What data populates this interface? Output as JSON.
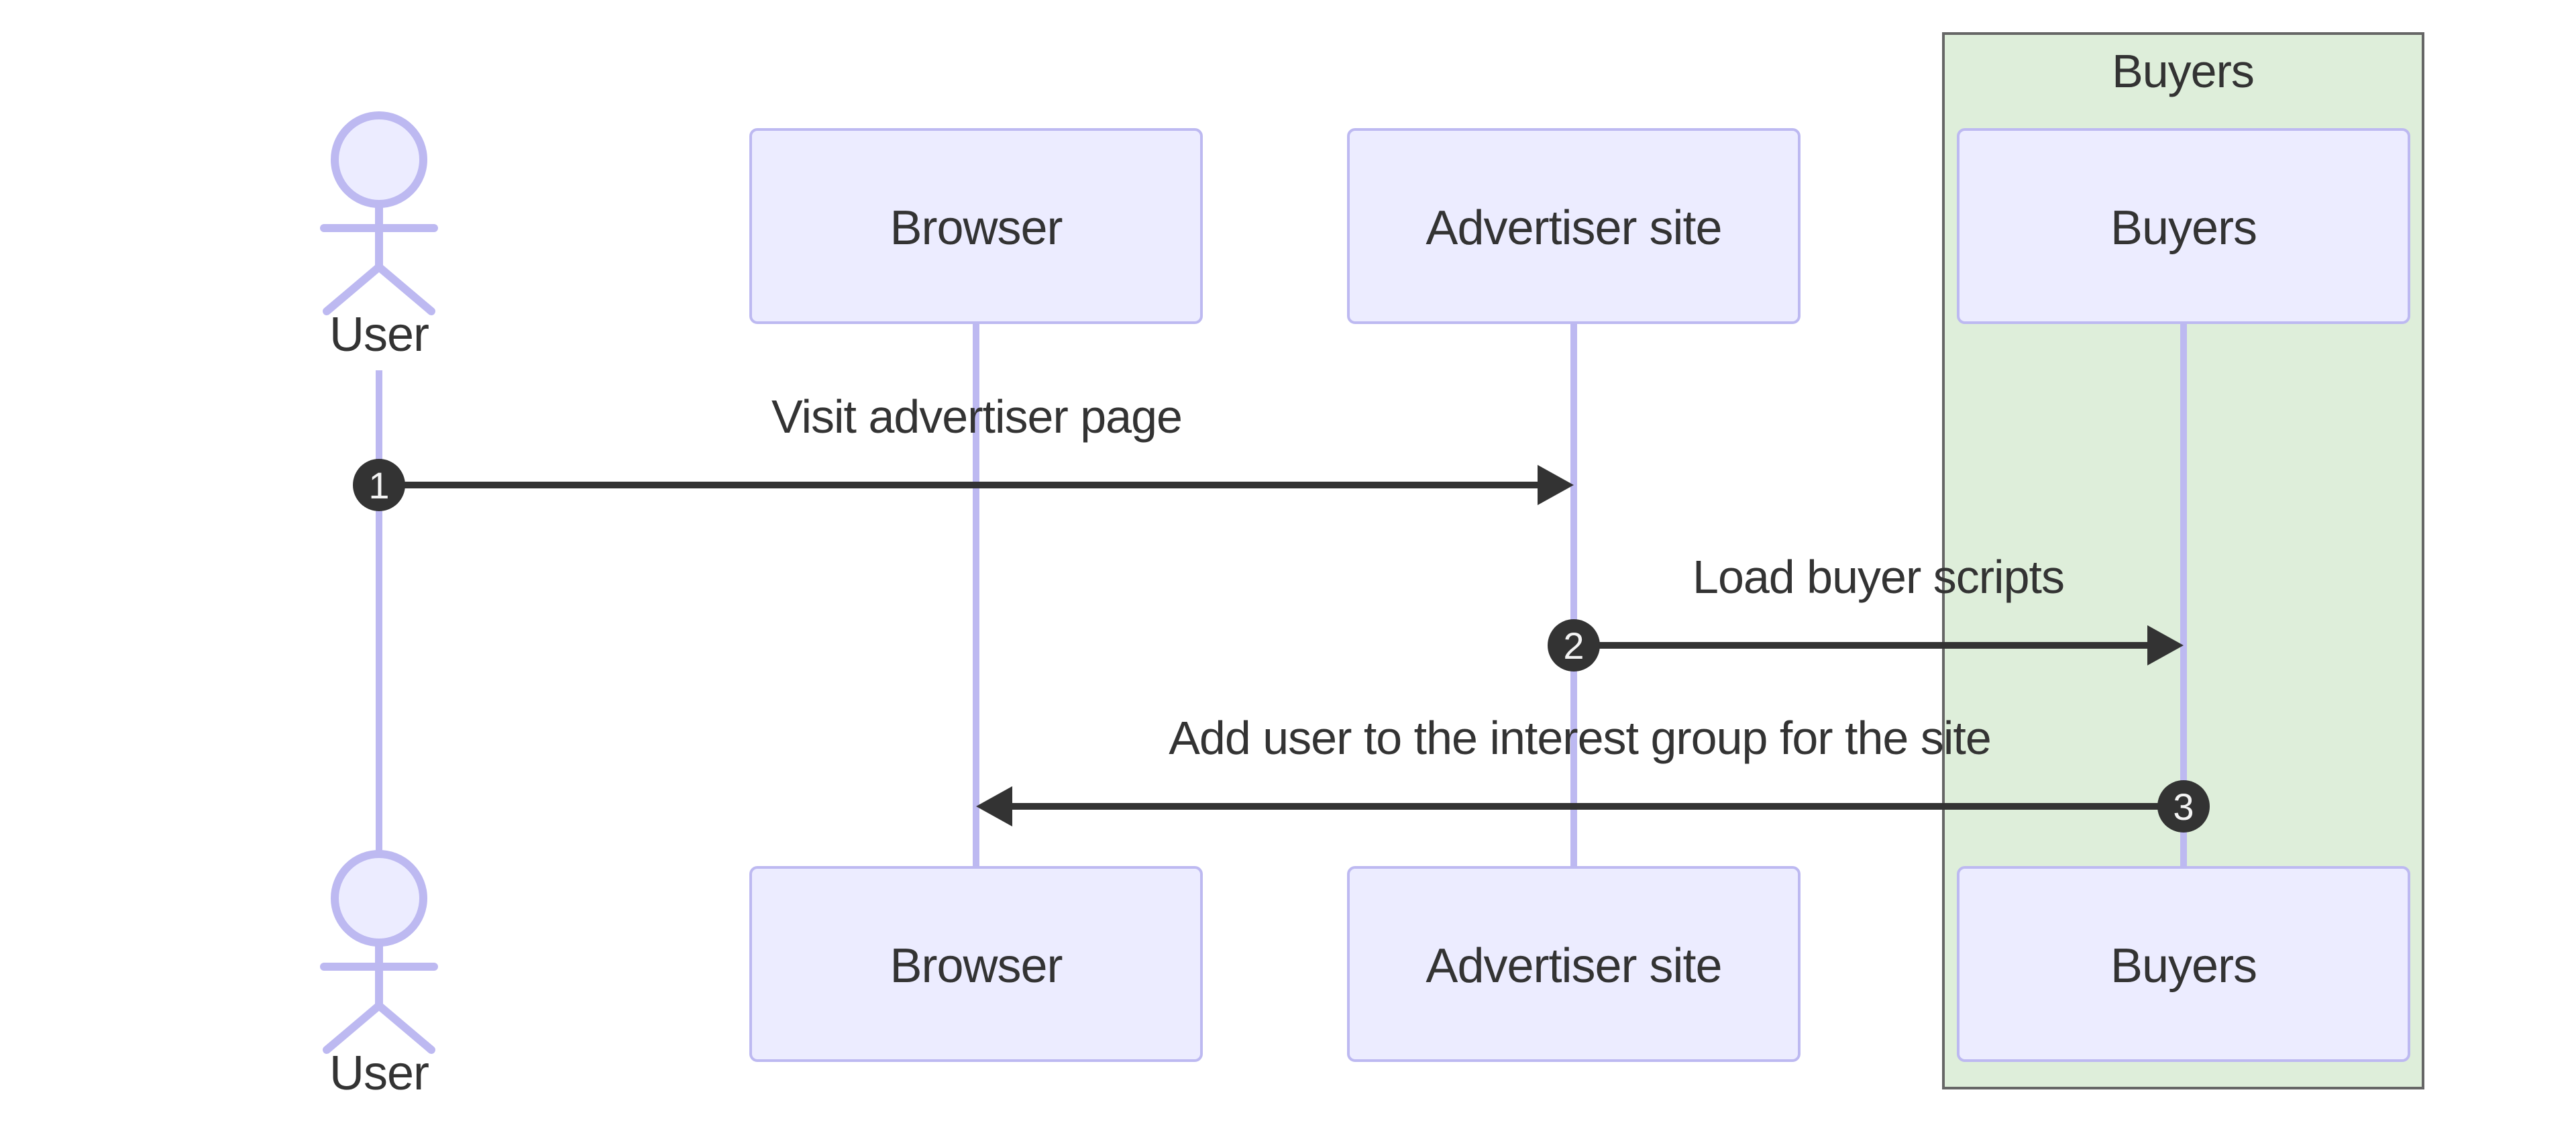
{
  "diagram_type": "sequence-diagram",
  "group": {
    "label": "Buyers"
  },
  "participants": [
    {
      "id": "user",
      "label": "User",
      "kind": "actor"
    },
    {
      "id": "browser",
      "label": "Browser",
      "kind": "participant"
    },
    {
      "id": "advertiser-site",
      "label": "Advertiser site",
      "kind": "participant"
    },
    {
      "id": "buyers",
      "label": "Buyers",
      "kind": "participant"
    }
  ],
  "messages": [
    {
      "seq": "1",
      "label": "Visit advertiser page",
      "from": "user",
      "to": "advertiser-site"
    },
    {
      "seq": "2",
      "label": "Load buyer scripts",
      "from": "advertiser-site",
      "to": "buyers"
    },
    {
      "seq": "3",
      "label": "Add user to the interest group for the site",
      "from": "buyers",
      "to": "browser"
    }
  ],
  "colors": {
    "background": "#FFFFFF",
    "participant_fill": "#ECECFF",
    "participant_border": "#BDB9F1",
    "lifeline": "#BDB9F1",
    "group_fill": "#DEEEDA",
    "group_border": "#666666",
    "text": "#333333",
    "arrow": "#333333",
    "badge_fill": "#333333",
    "badge_text": "#F4F4F4"
  }
}
